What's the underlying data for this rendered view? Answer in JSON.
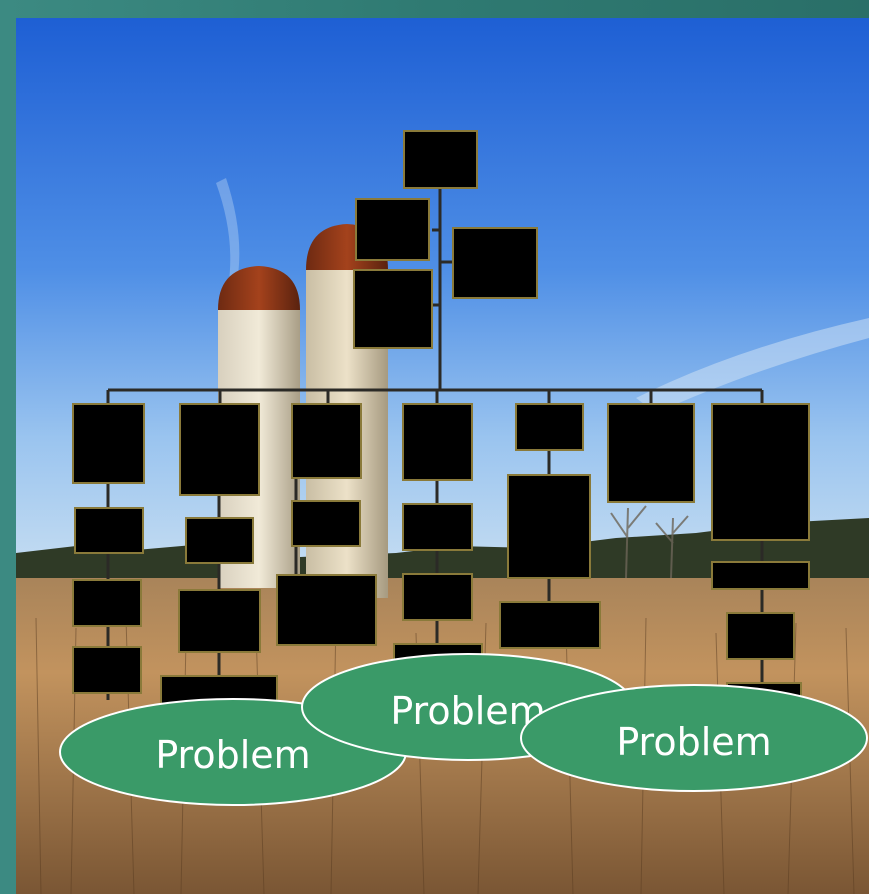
{
  "slide": {
    "frame_color": "#2e7a70",
    "sky_top": "#1f5fd6",
    "sky_bottom": "#a9cdf0",
    "field_color": "#b8874f",
    "box_color": "#000000",
    "box_border": "#8a7a3a",
    "connector_color": "#2b2a26",
    "bubble_fill": "#3a9a68",
    "bubble_stroke": "#ffffff"
  },
  "bubbles": [
    {
      "label": "Problem"
    },
    {
      "label": "Problem"
    },
    {
      "label": "Problem"
    }
  ]
}
